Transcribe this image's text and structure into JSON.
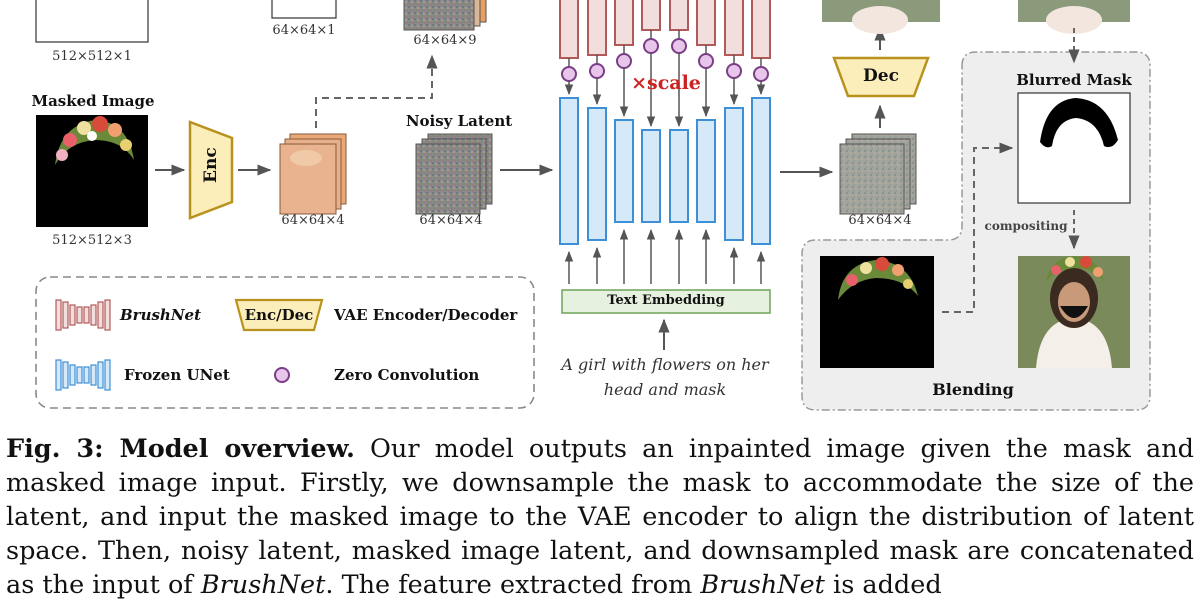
{
  "labels": {
    "mask_top_size": "512×512×1",
    "mask_down_size": "64×64×1",
    "concat_size": "64×64×9",
    "masked_image_title": "Masked Image",
    "masked_image_size": "512×512×3",
    "enc_label": "Enc",
    "latent_size": "64×64×4",
    "noisy_latent_title": "Noisy Latent",
    "noisy_latent_size": "64×64×4",
    "scale_label": "×scale",
    "dec_label": "Dec",
    "output_latent_size": "64×64×4",
    "blurred_mask_title": "Blurred Mask",
    "compositing_label": "compositing",
    "blending_label": "Blending",
    "text_embedding_label": "Text Embedding",
    "prompt_line1": "A girl with flowers on her",
    "prompt_line2": "head and mask"
  },
  "legend": {
    "brushnet": "BrushNet",
    "enc_dec_box": "Enc/Dec",
    "vae": "VAE Encoder/Decoder",
    "frozen_unet": "Frozen UNet",
    "zero_conv": "Zero Convolution"
  },
  "caption": {
    "head": "Fig. 3: Model overview.",
    "body_1": " Our model outputs an inpainted image given the mask and masked image input. Firstly, we downsample the mask to accommodate the size of the latent, and input the masked image to the VAE encoder to align the distribution of latent space. Then, noisy latent, masked image latent, and downsampled mask are concatenated as the input of ",
    "brushnet_1": "BrushNet",
    "body_2": ". The feature extracted from ",
    "brushnet_2": "BrushNet",
    "body_3": " is added"
  },
  "colors": {
    "brushnet_fill": "#f3dede",
    "brushnet_stroke": "#b05a5a",
    "unet_fill": "#d6e9f8",
    "unet_stroke": "#3d8fd6",
    "zero_conv_fill": "#e8c6ec",
    "zero_conv_stroke": "#7a3d86",
    "vae_fill": "#fbeebb",
    "vae_stroke": "#b8921c",
    "latent_fill": "#e8b38e",
    "text_emb_fill": "#e6f2df",
    "text_emb_stroke": "#6da35a",
    "scale_color": "#cc2222"
  }
}
